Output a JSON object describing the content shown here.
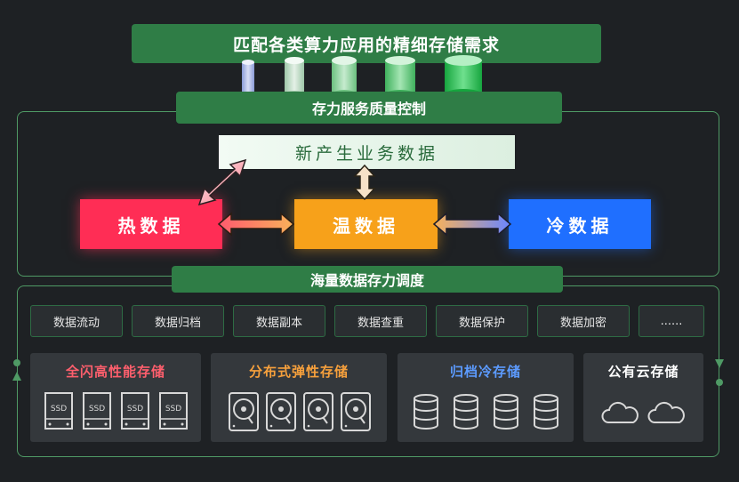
{
  "top_banner": "匹配各类算力应用的精细存储需求",
  "quality_bar": "存力服务质量控制",
  "new_data": "新产生业务数据",
  "hot": "热数据",
  "warm": "温数据",
  "cold": "冷数据",
  "schedule_bar": "海量数据存力调度",
  "functions": [
    "数据流动",
    "数据归档",
    "数据副本",
    "数据查重",
    "数据保护",
    "数据加密",
    "......"
  ],
  "storage": [
    {
      "title": "全闪高性能存储",
      "icon": "ssd-icon",
      "color": "#ff5f6d"
    },
    {
      "title": "分布式弹性存储",
      "icon": "hdd-icon",
      "color": "#f6a03c"
    },
    {
      "title": "归档冷存储",
      "icon": "database-icon",
      "color": "#5c9bff"
    },
    {
      "title": "公有云存储",
      "icon": "cloud-icon",
      "color": "#ffffff"
    }
  ],
  "ssd_label": "SSD",
  "colors": {
    "hot": "#ff2d55",
    "warm": "#f7a11a",
    "cold": "#1f6fff",
    "green": "#2f7d46"
  }
}
